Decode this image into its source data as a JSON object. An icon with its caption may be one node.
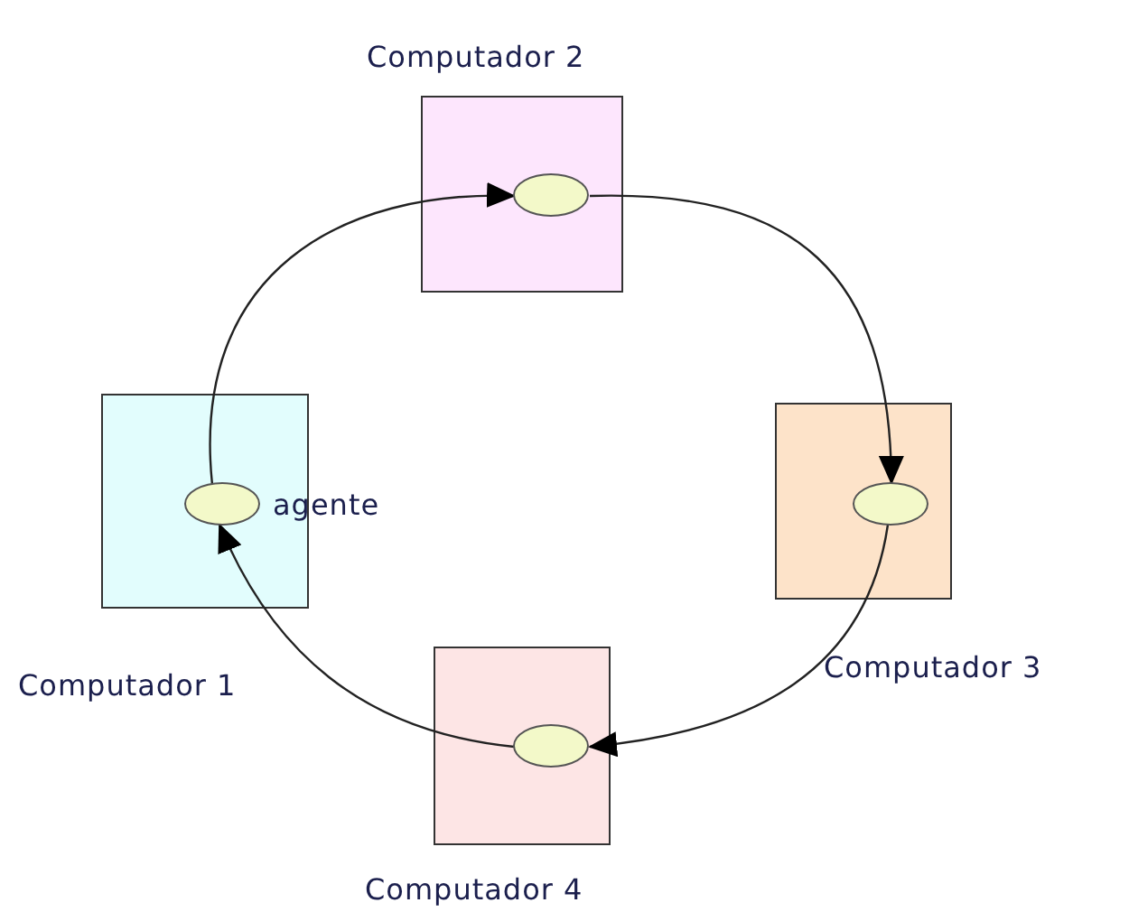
{
  "diagram": {
    "nodes": [
      {
        "text": [
          "Computador 2"
        ]
      },
      {
        "text": [],
        "shape": "circle",
        "in": 0
      },
      {
        "text": [
          "Computador 1"
        ]
      },
      {
        "text": [],
        "shape": "circle",
        "in": 2,
        "beside": [
          "agente"
        ]
      },
      {
        "text": [
          "Computador 3"
        ]
      },
      {
        "text": [],
        "shape": "circle",
        "in": 4
      },
      {
        "text": [
          "Computador 4"
        ]
      },
      {
        "text": [],
        "shape": "circle",
        "in": 6
      }
    ],
    "edges": [
      {
        "from": 3,
        "to": 1,
        "arrow": "to"
      },
      {
        "from": 1,
        "to": 5,
        "arrow": "to"
      },
      {
        "from": 5,
        "to": 7,
        "arrow": "to"
      },
      {
        "from": 7,
        "to": 3,
        "arrow": "to"
      }
    ]
  }
}
